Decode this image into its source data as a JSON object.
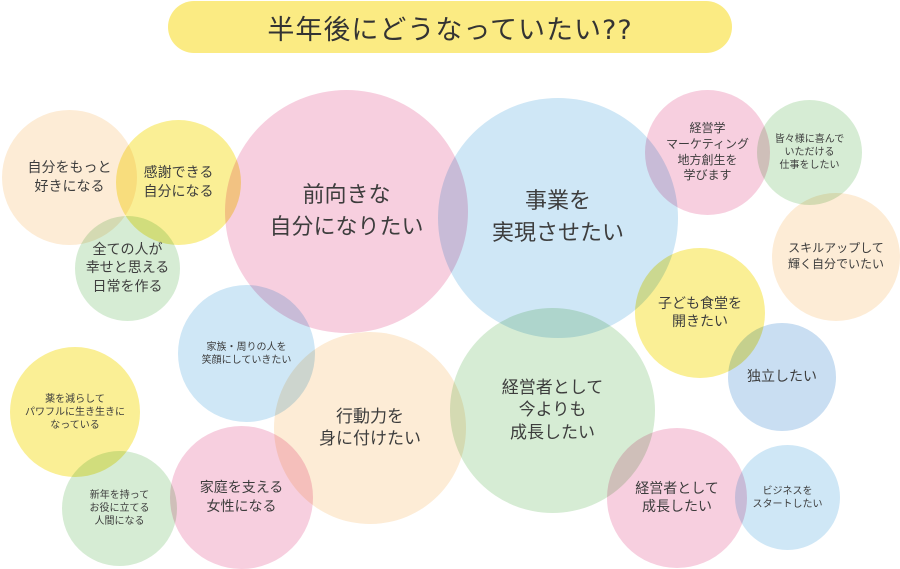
{
  "title": "半年後にどうなっていたい??",
  "bubbles": [
    {
      "text": "自分をもっと\n好きになる"
    },
    {
      "text": "感謝できる\n自分になる"
    },
    {
      "text": "全ての人が\n幸せと思える\n日常を作る"
    },
    {
      "text": "前向きな\n自分になりたい"
    },
    {
      "text": "事業を\n実現させたい"
    },
    {
      "text": "経営学\nマーケティング\n地方創生を\n学びます"
    },
    {
      "text": "皆々様に喜んで\nいただける\n仕事をしたい"
    },
    {
      "text": "スキルアップして\n輝く自分でいたい"
    },
    {
      "text": "子ども食堂を\n開きたい"
    },
    {
      "text": "独立したい"
    },
    {
      "text": "家族・周りの人を\n笑顔にしていきたい"
    },
    {
      "text": "行動力を\n身に付けたい"
    },
    {
      "text": "経営者として\n今よりも\n成長したい"
    },
    {
      "text": "薬を減らして\nパワフルに生き生きに\nなっている"
    },
    {
      "text": "新年を持って\nお役に立てる\n人間になる"
    },
    {
      "text": "家庭を支える\n女性になる"
    },
    {
      "text": "経営者として\n成長したい"
    },
    {
      "text": "ビジネスを\nスタートしたい"
    }
  ]
}
